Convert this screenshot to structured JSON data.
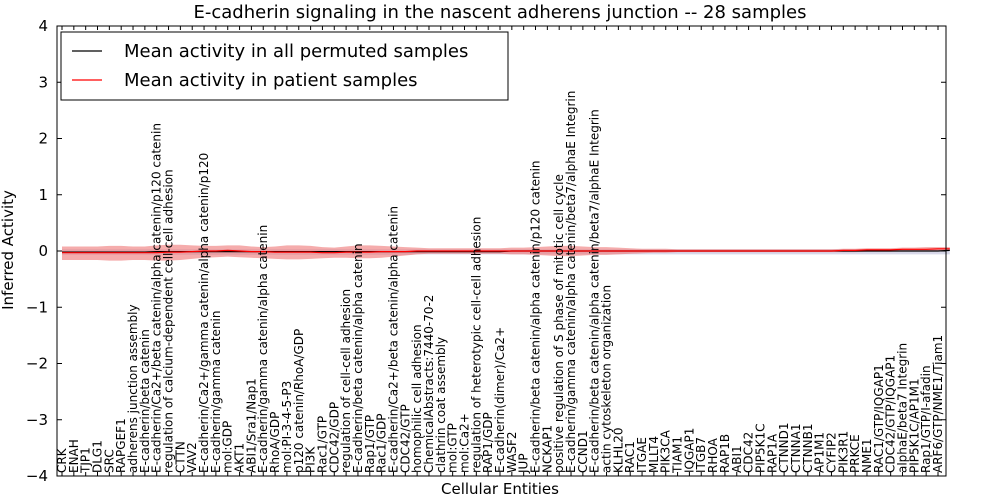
{
  "chart_data": {
    "type": "line",
    "title": "E-cadherin signaling in the nascent adherens junction -- 28 samples",
    "xlabel": "Cellular Entities",
    "ylabel": "Inferred Activity",
    "ylim": [
      -4,
      4
    ],
    "yticks": [
      -4,
      -3,
      -2,
      -1,
      0,
      1,
      2,
      3,
      4
    ],
    "grid": false,
    "legend_position": "top-left",
    "colors": {
      "permuted": "#000000",
      "patient": "#ff0000",
      "patient_band": "#f08080",
      "permuted_band": "#a9a9cf"
    },
    "categories": [
      "CRK",
      "ENAH",
      "TJP1",
      "DLG1",
      "SRC",
      "RAPGEF1",
      "adherens junction assembly",
      "E-cadherin/beta catenin",
      "E-cadherin/Ca2+/beta catenin/alpha catenin/p120 catenin",
      "regulation of calcium-dependent cell-cell adhesion",
      "CTTN",
      "VAV2",
      "E-cadherin/Ca2+/gamma catenin/alpha catenin/p120",
      "E-cadherin/gamma catenin",
      "mol:GDP",
      "AKT1",
      "ABI1/Sra1/Nap1",
      "E-cadherin/gamma catenin/alpha catenin",
      "RhoA/GDP",
      "mol:PI-3-4-5-P3",
      "p120 catenin/RhoA/GDP",
      "PI3K",
      "Rac1/GTP",
      "CDC42/GDP",
      "regulation of cell-cell adhesion",
      "E-cadherin/beta catenin/alpha catenin",
      "Rap1/GTP",
      "Rac1/GDP",
      "E-cadherin/Ca2+/beta catenin/alpha catenin",
      "CDC42/GTP",
      "homophilic cell adhesion",
      "ChemicalAbstracts:7440-70-2",
      "clathrin coat assembly",
      "mol:GTP",
      "mol:Ca2+",
      "regulation of heterotypic cell-cell adhesion",
      "RAP1/GDP",
      "E-cadherin(dimer)/Ca2+",
      "WASF2",
      "JUP",
      "E-cadherin/beta catenin/alpha catenin/p120 catenin",
      "NCKAP1",
      "positive regulation of S phase of mitotic cell cycle",
      "E-cadherin/gamma catenin/alpha catenin/beta7/alphaE Integrin",
      "CCND1",
      "E-cadherin/beta catenin/alpha catenin/beta7/alphaE Integrin",
      "actin cytoskeleton organization",
      "KLHL20",
      "RAC1",
      "ITGAE",
      "MLLT4",
      "PIK3CA",
      "TIAM1",
      "IQGAP1",
      "ITGB7",
      "RHOA",
      "RAP1B",
      "ABI1",
      "CDC42",
      "PIP5K1C",
      "RAP1A",
      "CTNND1",
      "CTNNA1",
      "CTNNB1",
      "AP1M1",
      "CYFIP2",
      "PIK3R1",
      "PRKCE",
      "NME1",
      "RAC1/GTP/IQGAP1",
      "CDC42/GTP/IQGAP1",
      "alphaE/beta7 Integrin",
      "PIP5K1C/AP1M1",
      "Rap1/GTP/I-afadin",
      "ARF6/GTP/NME1/Tiam1"
    ],
    "series": [
      {
        "name": "Mean activity in all permuted samples",
        "color": "#000000",
        "values": [
          -0.02,
          -0.02,
          -0.02,
          -0.02,
          -0.02,
          -0.02,
          -0.02,
          -0.02,
          -0.01,
          -0.01,
          -0.01,
          -0.01,
          -0.01,
          -0.01,
          -0.01,
          -0.01,
          -0.01,
          -0.01,
          -0.01,
          -0.01,
          -0.01,
          -0.01,
          -0.01,
          -0.01,
          -0.01,
          -0.01,
          -0.01,
          -0.01,
          -0.01,
          -0.01,
          -0.01,
          -0.01,
          -0.01,
          -0.01,
          -0.01,
          -0.01,
          -0.01,
          -0.01,
          0.0,
          0.0,
          0.0,
          0.0,
          0.0,
          0.0,
          0.0,
          0.0,
          0.0,
          0.0,
          0.0,
          0.0,
          0.0,
          0.0,
          0.0,
          0.0,
          0.0,
          0.0,
          0.0,
          0.0,
          0.0,
          0.0,
          0.0,
          0.0,
          0.0,
          0.0,
          0.0,
          0.0,
          0.0,
          0.0,
          0.0,
          0.0,
          0.0,
          0.0,
          0.0,
          0.0,
          0.0,
          0.01
        ]
      },
      {
        "name": "Mean activity in patient samples",
        "color": "#ff0000",
        "values": [
          -0.03,
          -0.03,
          -0.03,
          -0.03,
          -0.03,
          -0.03,
          -0.03,
          -0.03,
          -0.03,
          -0.02,
          -0.02,
          -0.01,
          0.0,
          0.0,
          0.01,
          0.0,
          -0.01,
          -0.01,
          -0.02,
          -0.02,
          -0.02,
          -0.02,
          -0.03,
          -0.03,
          -0.02,
          -0.02,
          -0.02,
          -0.01,
          -0.01,
          -0.01,
          0.0,
          0.0,
          0.0,
          0.0,
          0.0,
          0.0,
          0.0,
          0.0,
          0.0,
          0.0,
          0.0,
          0.0,
          0.0,
          0.0,
          0.0,
          0.0,
          0.0,
          0.0,
          0.0,
          0.0,
          0.0,
          0.0,
          0.0,
          0.0,
          0.0,
          0.0,
          0.0,
          0.0,
          0.0,
          0.0,
          0.0,
          0.0,
          0.0,
          0.0,
          0.0,
          0.0,
          0.01,
          0.01,
          0.02,
          0.02,
          0.02,
          0.03,
          0.03,
          0.03,
          0.04,
          0.04
        ]
      }
    ],
    "patient_band": {
      "upper": [
        0.08,
        0.08,
        0.08,
        0.08,
        0.09,
        0.09,
        0.08,
        0.08,
        0.1,
        0.11,
        0.11,
        0.1,
        0.09,
        0.09,
        0.1,
        0.1,
        0.08,
        0.07,
        0.08,
        0.1,
        0.1,
        0.09,
        0.07,
        0.06,
        0.08,
        0.1,
        0.1,
        0.09,
        0.08,
        0.07,
        0.06,
        0.05,
        0.05,
        0.05,
        0.05,
        0.05,
        0.05,
        0.05,
        0.06,
        0.06,
        0.07,
        0.08,
        0.09,
        0.09,
        0.08,
        0.07,
        0.07,
        0.06,
        0.05,
        0.04,
        0.04,
        0.04,
        0.03,
        0.03,
        0.03,
        0.03,
        0.03,
        0.03,
        0.03,
        0.03,
        0.03,
        0.03,
        0.03,
        0.03,
        0.03,
        0.03,
        0.04,
        0.04,
        0.05,
        0.05,
        0.05,
        0.06,
        0.06,
        0.07,
        0.07,
        0.07
      ],
      "lower": [
        -0.16,
        -0.16,
        -0.16,
        -0.16,
        -0.17,
        -0.17,
        -0.16,
        -0.16,
        -0.17,
        -0.17,
        -0.16,
        -0.14,
        -0.12,
        -0.11,
        -0.1,
        -0.11,
        -0.12,
        -0.13,
        -0.14,
        -0.15,
        -0.15,
        -0.14,
        -0.13,
        -0.12,
        -0.12,
        -0.13,
        -0.13,
        -0.12,
        -0.1,
        -0.08,
        -0.06,
        -0.05,
        -0.05,
        -0.05,
        -0.05,
        -0.05,
        -0.05,
        -0.05,
        -0.06,
        -0.06,
        -0.07,
        -0.08,
        -0.09,
        -0.09,
        -0.08,
        -0.07,
        -0.07,
        -0.06,
        -0.05,
        -0.04,
        -0.03,
        -0.03,
        -0.02,
        -0.02,
        -0.02,
        -0.02,
        -0.02,
        -0.02,
        -0.02,
        -0.02,
        -0.02,
        -0.02,
        -0.02,
        -0.02,
        -0.02,
        -0.02,
        -0.02,
        -0.02,
        -0.01,
        -0.01,
        -0.01,
        0.0,
        0.0,
        0.0,
        0.01,
        0.01
      ]
    },
    "permuted_band": {
      "upper": [
        0.03,
        0.03,
        0.03,
        0.03,
        0.03,
        0.03,
        0.03,
        0.03,
        0.03,
        0.03,
        0.03,
        0.03,
        0.03,
        0.03,
        0.03,
        0.03,
        0.03,
        0.03,
        0.03,
        0.03,
        0.03,
        0.03,
        0.03,
        0.03,
        0.03,
        0.03,
        0.03,
        0.03,
        0.03,
        0.03,
        0.03,
        0.03,
        0.03,
        0.03,
        0.03,
        0.03,
        0.03,
        0.03,
        0.03,
        0.03,
        0.03,
        0.03,
        0.03,
        0.03,
        0.03,
        0.03,
        0.03,
        0.03,
        0.03,
        0.03,
        0.03,
        0.03,
        0.03,
        0.03,
        0.03,
        0.03,
        0.03,
        0.03,
        0.03,
        0.03,
        0.03,
        0.03,
        0.03,
        0.03,
        0.03,
        0.03,
        0.03,
        0.03,
        0.03,
        0.03,
        0.03,
        0.03,
        0.03,
        0.03,
        0.03,
        0.03
      ],
      "lower": [
        -0.07,
        -0.07,
        -0.07,
        -0.07,
        -0.07,
        -0.07,
        -0.07,
        -0.07,
        -0.07,
        -0.07,
        -0.07,
        -0.07,
        -0.07,
        -0.07,
        -0.07,
        -0.07,
        -0.07,
        -0.07,
        -0.07,
        -0.07,
        -0.07,
        -0.07,
        -0.07,
        -0.07,
        -0.07,
        -0.07,
        -0.07,
        -0.07,
        -0.07,
        -0.07,
        -0.06,
        -0.06,
        -0.06,
        -0.06,
        -0.06,
        -0.06,
        -0.06,
        -0.06,
        -0.06,
        -0.06,
        -0.06,
        -0.06,
        -0.06,
        -0.06,
        -0.06,
        -0.06,
        -0.06,
        -0.06,
        -0.06,
        -0.06,
        -0.06,
        -0.06,
        -0.06,
        -0.06,
        -0.06,
        -0.06,
        -0.06,
        -0.06,
        -0.06,
        -0.06,
        -0.06,
        -0.06,
        -0.06,
        -0.06,
        -0.06,
        -0.06,
        -0.06,
        -0.06,
        -0.06,
        -0.06,
        -0.06,
        -0.06,
        -0.06,
        -0.06,
        -0.06,
        -0.06
      ]
    }
  }
}
